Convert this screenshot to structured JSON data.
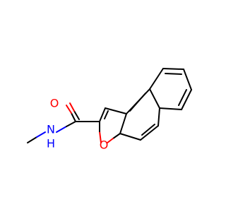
{
  "molecule": {
    "atoms": {
      "carbonyl_oxygen": {
        "symbol": "O",
        "color": "#ff0000"
      },
      "amide_nitrogen": {
        "symbol": "N",
        "color": "#0000ff"
      },
      "amide_hydrogen": {
        "symbol": "H",
        "color": "#0000ff"
      },
      "furan_oxygen": {
        "symbol": "O",
        "color": "#ff0000"
      }
    }
  }
}
